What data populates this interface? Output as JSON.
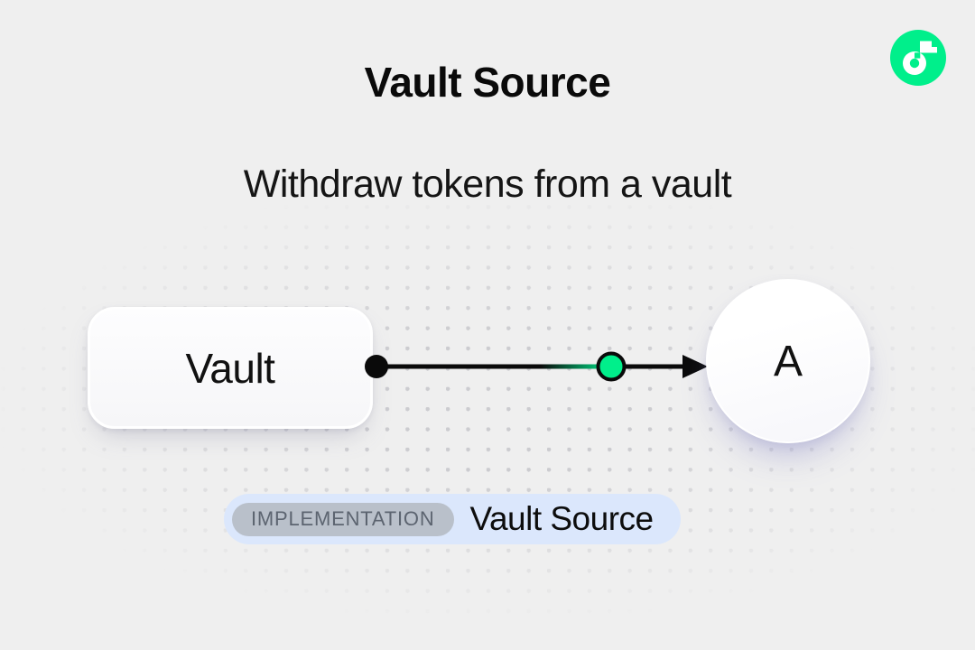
{
  "colors": {
    "bg": "#efefef",
    "green": "#00ef8b",
    "ink": "#0a0a0a",
    "badge-bg": "#dbe7fc",
    "tag-bg": "#b9c0ca",
    "tag-ink": "#5c6470",
    "dot": "#c9c9cd"
  },
  "header": {
    "title": "Vault Source",
    "subtitle": "Withdraw tokens from a vault"
  },
  "diagram": {
    "source_node": {
      "label": "Vault"
    },
    "target_node": {
      "label": "A"
    }
  },
  "badge": {
    "tag": "IMPLEMENTATION",
    "label": "Vault Source"
  }
}
